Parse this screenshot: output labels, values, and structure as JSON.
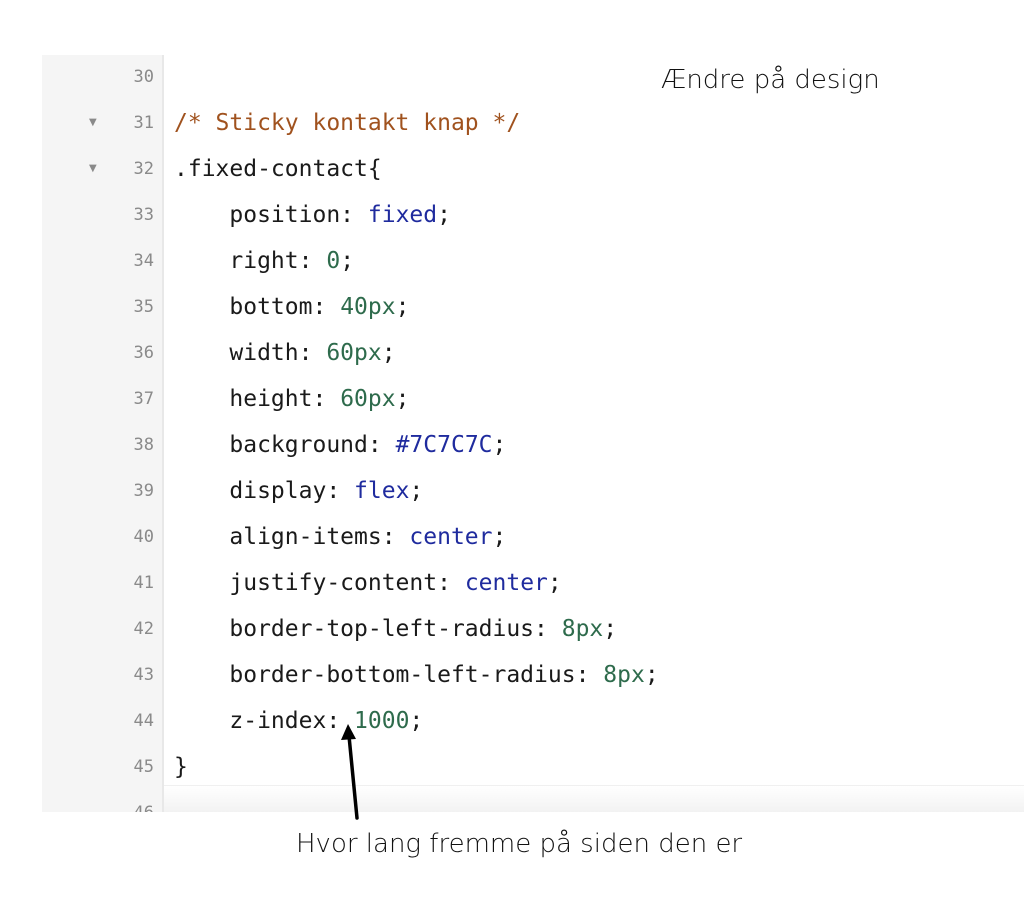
{
  "annotations": {
    "top_note": "Ændre på design",
    "bottom_note": "Hvor lang fremme på siden den er"
  },
  "editor": {
    "lines": [
      {
        "num": "30",
        "fold": "",
        "tokens": []
      },
      {
        "num": "31",
        "fold": "▼",
        "tokens": [
          {
            "t": "/* Sticky kontakt knap */",
            "c": "comment"
          }
        ]
      },
      {
        "num": "32",
        "fold": "▼",
        "tokens": [
          {
            "t": ".fixed-contact",
            "c": "sel"
          },
          {
            "t": "{",
            "c": "punc"
          }
        ]
      },
      {
        "num": "33",
        "fold": "",
        "tokens": [
          {
            "t": "    position",
            "c": "prop"
          },
          {
            "t": ": ",
            "c": "punc"
          },
          {
            "t": "fixed",
            "c": "kw"
          },
          {
            "t": ";",
            "c": "punc"
          }
        ]
      },
      {
        "num": "34",
        "fold": "",
        "tokens": [
          {
            "t": "    right",
            "c": "prop"
          },
          {
            "t": ": ",
            "c": "punc"
          },
          {
            "t": "0",
            "c": "num"
          },
          {
            "t": ";",
            "c": "punc"
          }
        ]
      },
      {
        "num": "35",
        "fold": "",
        "tokens": [
          {
            "t": "    bottom",
            "c": "prop"
          },
          {
            "t": ": ",
            "c": "punc"
          },
          {
            "t": "40px",
            "c": "num"
          },
          {
            "t": ";",
            "c": "punc"
          }
        ]
      },
      {
        "num": "36",
        "fold": "",
        "tokens": [
          {
            "t": "    width",
            "c": "prop"
          },
          {
            "t": ": ",
            "c": "punc"
          },
          {
            "t": "60px",
            "c": "num"
          },
          {
            "t": ";",
            "c": "punc"
          }
        ]
      },
      {
        "num": "37",
        "fold": "",
        "tokens": [
          {
            "t": "    height",
            "c": "prop"
          },
          {
            "t": ": ",
            "c": "punc"
          },
          {
            "t": "60px",
            "c": "num"
          },
          {
            "t": ";",
            "c": "punc"
          }
        ]
      },
      {
        "num": "38",
        "fold": "",
        "tokens": [
          {
            "t": "    background",
            "c": "prop"
          },
          {
            "t": ": ",
            "c": "punc"
          },
          {
            "t": "#7C7C7C",
            "c": "kw"
          },
          {
            "t": ";",
            "c": "punc"
          }
        ]
      },
      {
        "num": "39",
        "fold": "",
        "tokens": [
          {
            "t": "    display",
            "c": "prop"
          },
          {
            "t": ": ",
            "c": "punc"
          },
          {
            "t": "flex",
            "c": "kw"
          },
          {
            "t": ";",
            "c": "punc"
          }
        ]
      },
      {
        "num": "40",
        "fold": "",
        "tokens": [
          {
            "t": "    align-items",
            "c": "prop"
          },
          {
            "t": ": ",
            "c": "punc"
          },
          {
            "t": "center",
            "c": "kw"
          },
          {
            "t": ";",
            "c": "punc"
          }
        ]
      },
      {
        "num": "41",
        "fold": "",
        "tokens": [
          {
            "t": "    justify-content",
            "c": "prop"
          },
          {
            "t": ": ",
            "c": "punc"
          },
          {
            "t": "center",
            "c": "kw"
          },
          {
            "t": ";",
            "c": "punc"
          }
        ]
      },
      {
        "num": "42",
        "fold": "",
        "tokens": [
          {
            "t": "    border-top-left-radius",
            "c": "prop"
          },
          {
            "t": ": ",
            "c": "punc"
          },
          {
            "t": "8px",
            "c": "num"
          },
          {
            "t": ";",
            "c": "punc"
          }
        ]
      },
      {
        "num": "43",
        "fold": "",
        "tokens": [
          {
            "t": "    border-bottom-left-radius",
            "c": "prop"
          },
          {
            "t": ": ",
            "c": "punc"
          },
          {
            "t": "8px",
            "c": "num"
          },
          {
            "t": ";",
            "c": "punc"
          }
        ]
      },
      {
        "num": "44",
        "fold": "",
        "tokens": [
          {
            "t": "    z-index",
            "c": "prop"
          },
          {
            "t": ": ",
            "c": "punc"
          },
          {
            "t": "1000",
            "c": "num"
          },
          {
            "t": ";",
            "c": "punc"
          }
        ]
      },
      {
        "num": "45",
        "fold": "",
        "tokens": [
          {
            "t": "}",
            "c": "punc"
          }
        ]
      },
      {
        "num": "46",
        "fold": "",
        "tokens": []
      }
    ]
  },
  "colors": {
    "comment": "#a0521e",
    "keyword": "#1f2b9e",
    "number": "#2e6b4c",
    "text": "#1a1a1a",
    "gutter_bg": "#f5f5f5",
    "line_number": "#8a8a8a"
  },
  "icons": {
    "fold": "triangle-down-icon",
    "arrow": "arrow-up-icon"
  }
}
